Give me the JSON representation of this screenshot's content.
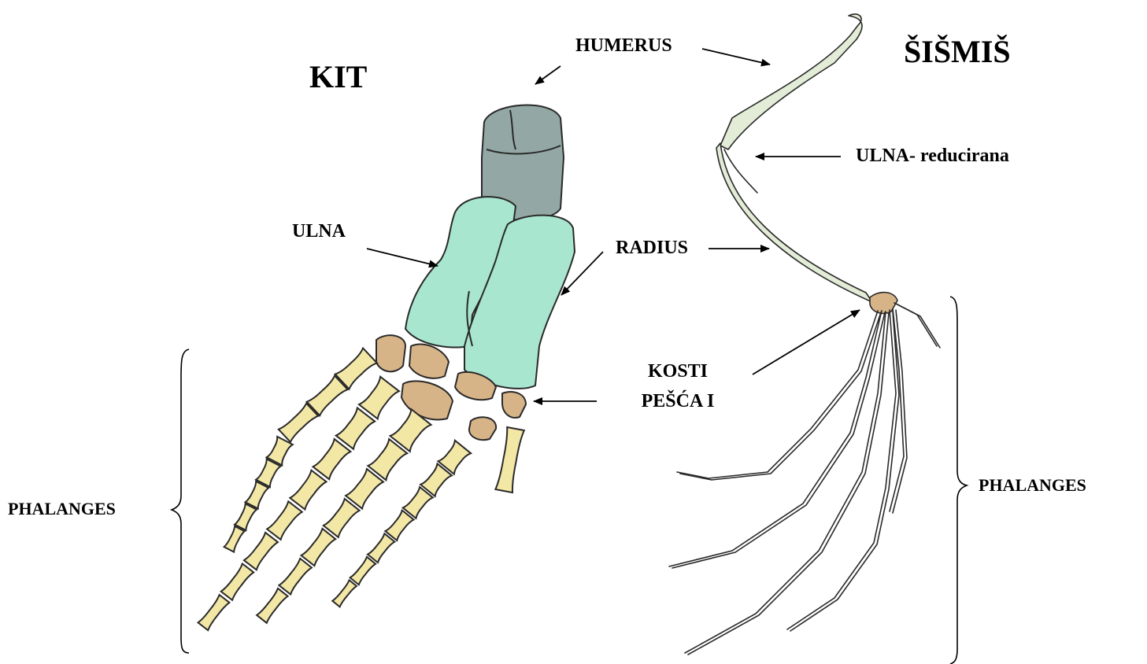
{
  "labels": {
    "kit": "KIT",
    "sismis": "ŠIŠMIŠ",
    "humerus": "HUMERUS",
    "ulna_left": "ULNA",
    "radius": "RADIUS",
    "ulna_right": "ULNA- reducirana",
    "kosti_line1": "KOSTI",
    "kosti_line2": "PEŠĆA I",
    "phalanges_left": "PHALANGES",
    "phalanges_right": "PHALANGES"
  },
  "colors": {
    "humerus_fill": "#93a8a4",
    "forearm_fill": "#a8e6d0",
    "carpal_fill": "#d7b487",
    "phalanx_fill": "#f3e7a6",
    "bat_bone": "#e2ecd6",
    "outline": "#2a2a2a"
  }
}
